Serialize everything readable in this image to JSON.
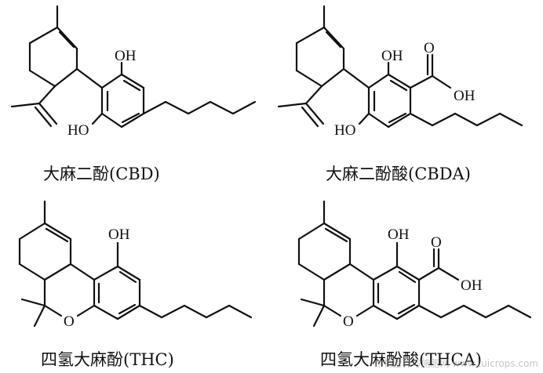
{
  "figure": {
    "watermark": "作物营养与施肥网 www.tuicrops.com"
  },
  "molecules": [
    {
      "caption": "大麻二酚(CBD)",
      "labels": {
        "oh_top": "OH",
        "oh_bottom": "HO"
      }
    },
    {
      "caption": "大麻二酚酸(CBDA)",
      "labels": {
        "oh_top": "OH",
        "oh_bottom": "HO",
        "carbonyl_o": "O",
        "acid_oh": "OH"
      }
    },
    {
      "caption": "四氢大麻酚(THC)",
      "labels": {
        "oh_top": "OH",
        "ring_o": "O"
      }
    },
    {
      "caption": "四氢大麻酚酸(THCA)",
      "labels": {
        "oh_top": "OH",
        "ring_o": "O",
        "carbonyl_o": "O",
        "acid_oh": "OH"
      }
    }
  ]
}
